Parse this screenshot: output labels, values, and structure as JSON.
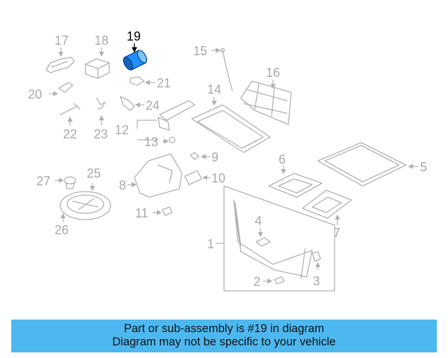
{
  "diagram": {
    "highlight_color": "#1e90ff",
    "callouts": [
      "1",
      "2",
      "3",
      "4",
      "5",
      "6",
      "7",
      "8",
      "9",
      "10",
      "11",
      "12",
      "13",
      "14",
      "15",
      "16",
      "17",
      "18",
      "19",
      "20",
      "21",
      "22",
      "23",
      "24",
      "25",
      "26",
      "27"
    ],
    "highlighted": "19"
  },
  "banner": {
    "line1": "Part or sub-assembly is #19 in diagram",
    "line2": "Diagram may not be specific to your vehicle",
    "background": "#4db8f0"
  }
}
